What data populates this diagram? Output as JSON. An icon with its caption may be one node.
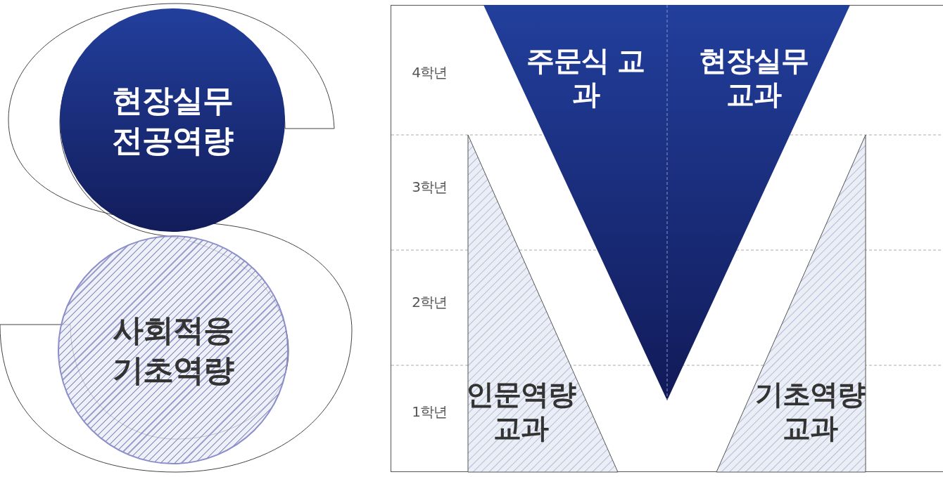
{
  "diagram": {
    "nodes": [
      {
        "text": [
          "현장실무 전공역량"
        ]
      },
      {
        "text": [
          "사회적응 기초역량"
        ]
      },
      {
        "text": [
          "주문식 교과"
        ]
      },
      {
        "text": [
          "현장실무 교과"
        ]
      },
      {
        "text": [
          "인문역량 교과"
        ]
      },
      {
        "text": [
          "기초역량 교과"
        ]
      }
    ],
    "labels": [
      "4학년",
      "3학년",
      "2학년",
      "1학년"
    ]
  }
}
